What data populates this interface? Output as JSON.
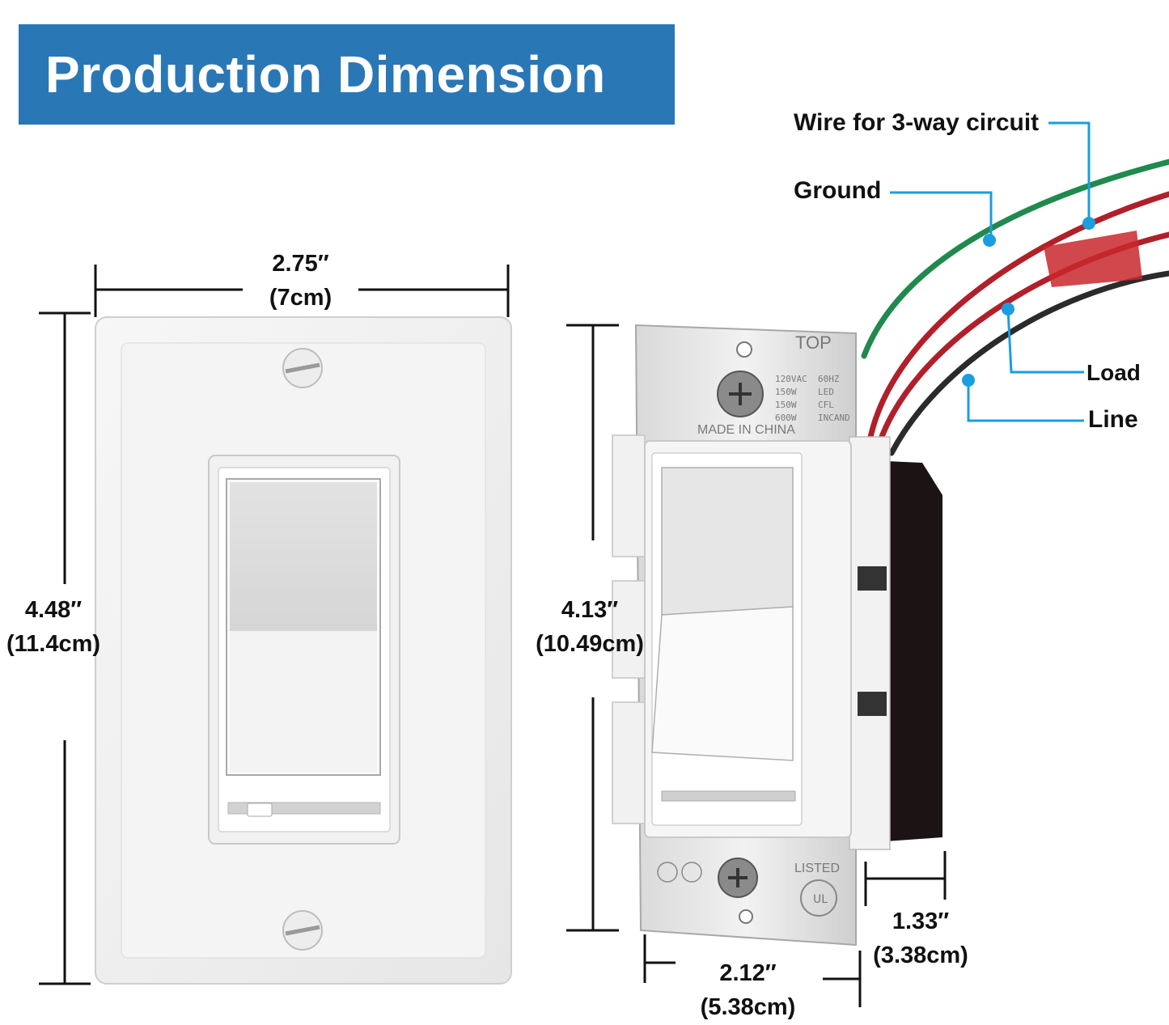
{
  "banner": {
    "title": "Production Dimension",
    "color": "#2a77b6"
  },
  "dimensions": {
    "plate_width": {
      "imperial": "2.75″",
      "metric": "(7cm)"
    },
    "plate_height": {
      "imperial": "4.48″",
      "metric": "(11.4cm)"
    },
    "switch_height": {
      "imperial": "4.13″",
      "metric": "(10.49cm)"
    },
    "switch_depth": {
      "imperial": "1.33″",
      "metric": "(3.38cm)"
    },
    "switch_width": {
      "imperial": "2.12″",
      "metric": "(5.38cm)"
    }
  },
  "callouts": {
    "three_way": "Wire for 3-way circuit",
    "ground": "Ground",
    "load": "Load",
    "line": "Line",
    "leader_color": "#1a9ee0"
  },
  "switch_markings": {
    "top": "TOP",
    "ratings": [
      "120VAC  60HZ",
      "150W    LED",
      "150W    CFL",
      "600W    INCAND"
    ],
    "origin": "MADE IN CHINA",
    "listed": "LISTED"
  },
  "wire_colors": {
    "ground": "#1f8a4c",
    "load": "#b0202a",
    "line": "#2b2b2b"
  }
}
